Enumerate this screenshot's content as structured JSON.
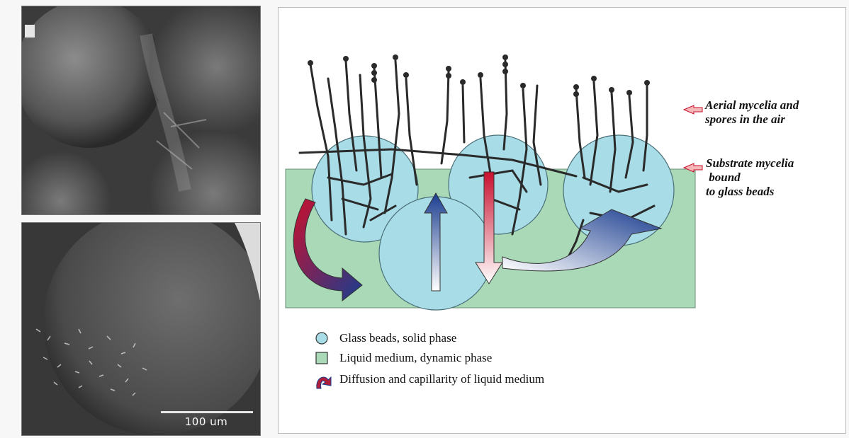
{
  "micrographs": {
    "scale_bar_label": "100 um"
  },
  "diagram": {
    "annotations": {
      "aerial": "Aerial mycelia and\nspores in the air",
      "substrate": "Substrate mycelia\n bound\nto glass beads"
    },
    "legend": [
      {
        "icon": "circle-icon",
        "label": "Glass beads, solid phase",
        "color": "#a8dce6"
      },
      {
        "icon": "square-icon",
        "label": "Liquid medium, dynamic phase",
        "color": "#a9d9b6"
      },
      {
        "icon": "curved-arrow-icon",
        "label": "Diffusion and capillarity of liquid medium",
        "color": "#b01e3a"
      }
    ]
  },
  "colors": {
    "bead_fill": "#a8dce6",
    "liquid_fill": "#a9d9b6",
    "hyphae": "#2a2a2a",
    "arrow_red": "#c8102e",
    "arrow_blue": "#1a3d8f"
  }
}
